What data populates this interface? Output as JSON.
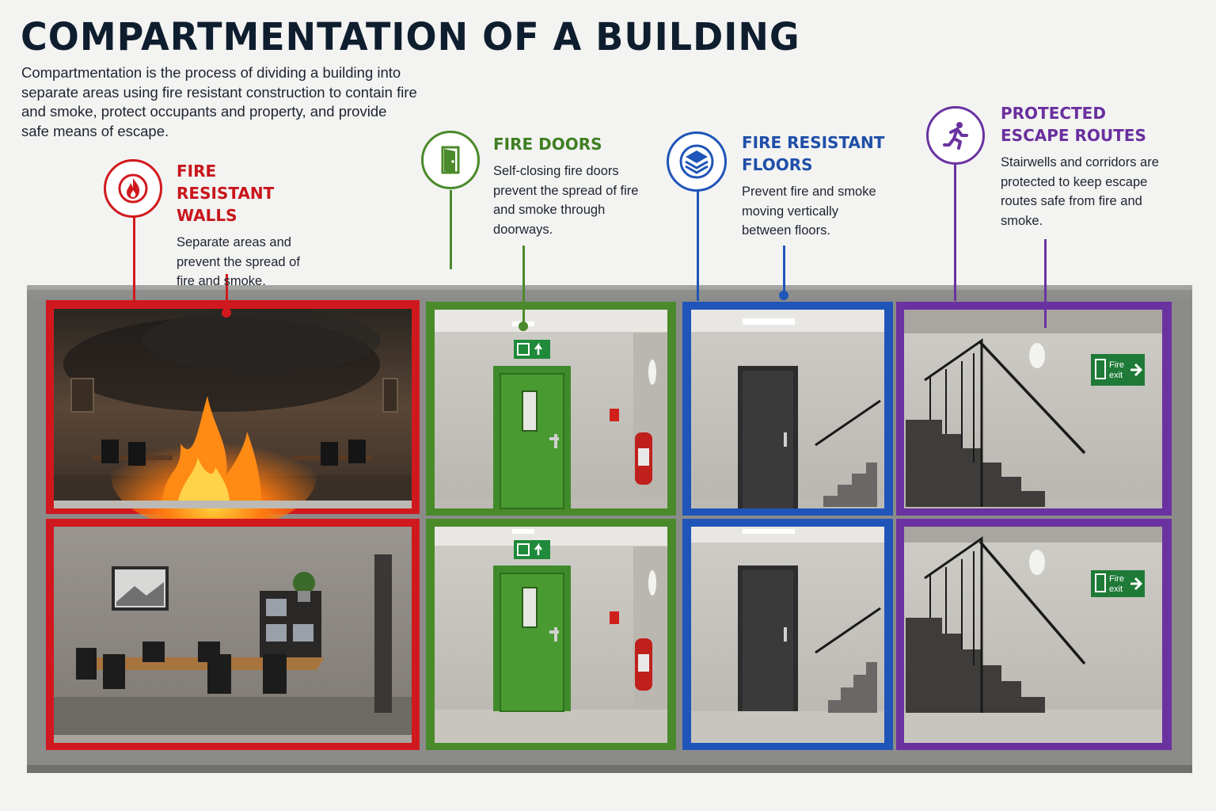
{
  "title": "COMPARTMENTATION OF A BUILDING",
  "intro": "Compartmentation is the process of dividing a building into separate areas using fire resistant construction to contain fire and smoke, protect occupants and property, and provide safe means of escape.",
  "colors": {
    "walls": "#d0191e",
    "doors": "#4a8a2a",
    "floors": "#1f55b8",
    "escape": "#6a32a0",
    "concrete": "#8b8b8a"
  },
  "callouts": [
    {
      "title": "FIRE RESISTANT WALLS",
      "text": "Separate areas and prevent the spread of fire and smoke.",
      "icon": "flame-icon"
    },
    {
      "title": "FIRE DOORS",
      "text": "Self-closing fire doors prevent the spread of fire and smoke through doorways.",
      "icon": "door-icon"
    },
    {
      "title": "FIRE RESISTANT FLOORS",
      "text": "Prevent fire and smoke moving vertically between floors.",
      "icon": "layers-icon"
    },
    {
      "title": "PROTECTED ESCAPE ROUTES",
      "text": "Stairwells and corridors are protected to keep escape routes safe from fire and smoke.",
      "icon": "running-person-icon"
    }
  ],
  "signs": {
    "fire_exit_line1": "Fire",
    "fire_exit_line2": "exit"
  }
}
